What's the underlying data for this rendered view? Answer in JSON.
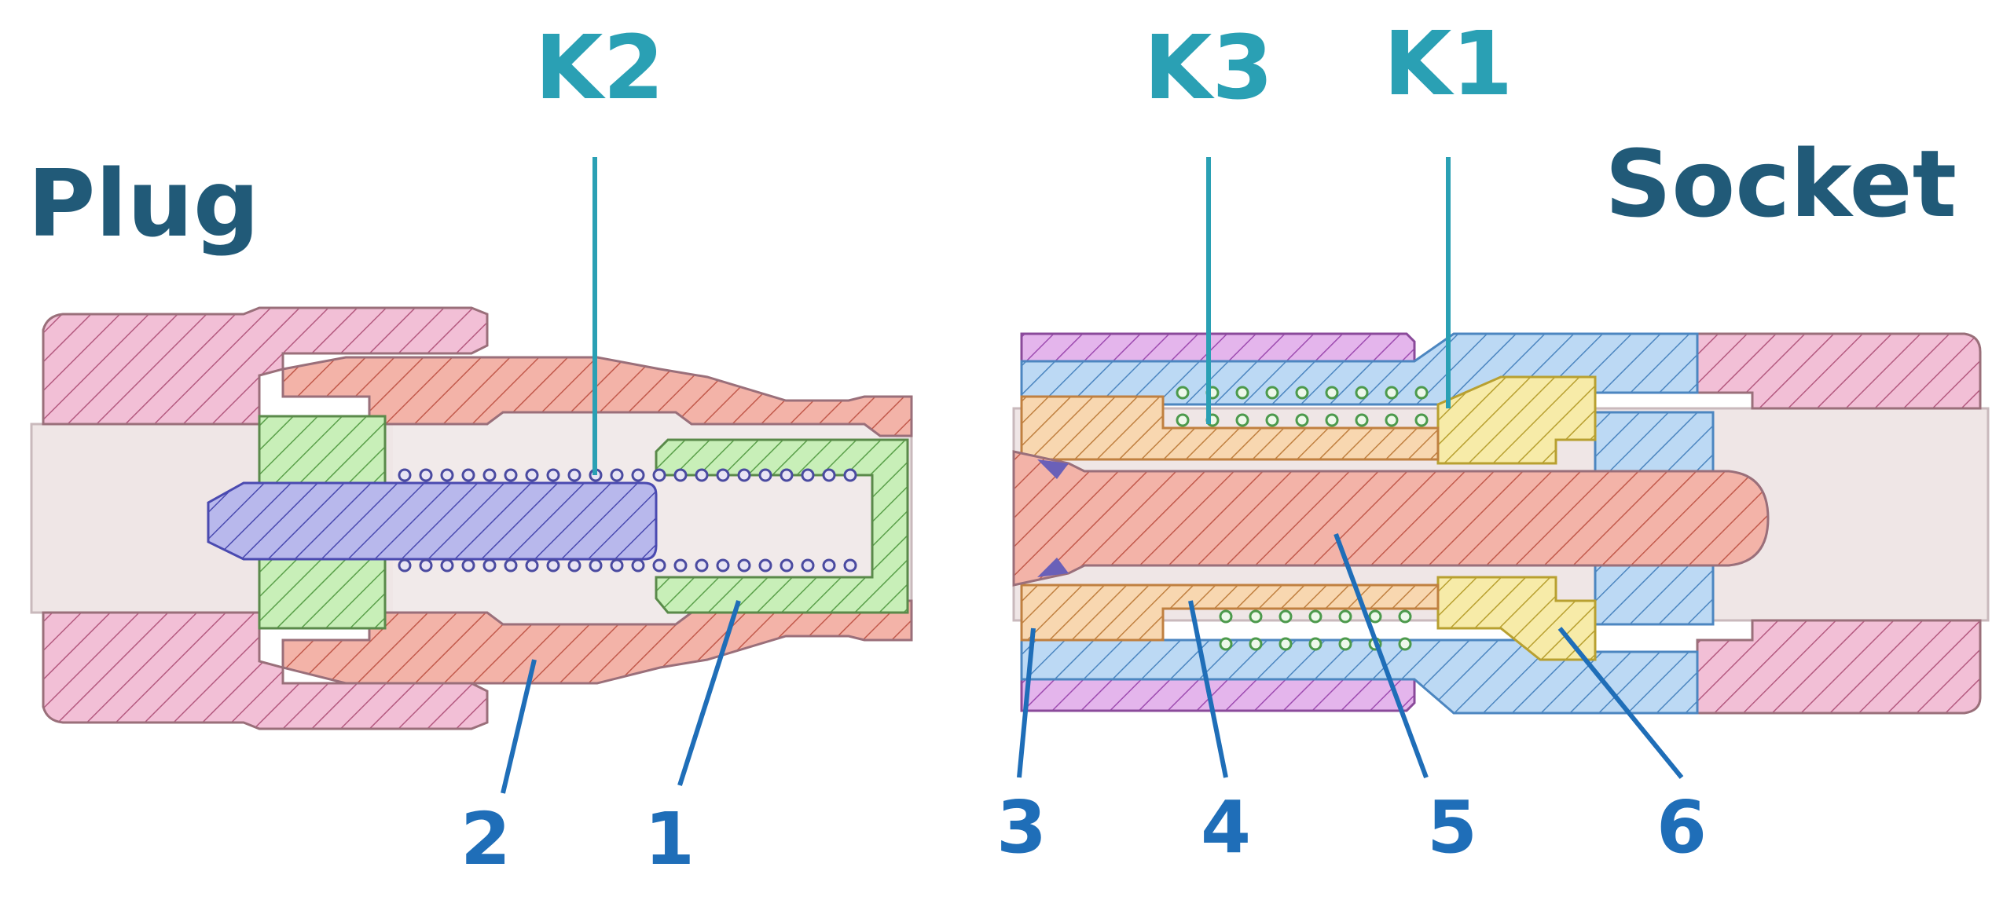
{
  "titles": {
    "plug": "Plug",
    "socket": "Socket"
  },
  "springs": [
    {
      "id": "K1",
      "label": "K1"
    },
    {
      "id": "K2",
      "label": "K2"
    },
    {
      "id": "K3",
      "label": "K3"
    }
  ],
  "parts": [
    {
      "id": "1",
      "label": "1"
    },
    {
      "id": "2",
      "label": "2"
    },
    {
      "id": "3",
      "label": "3"
    },
    {
      "id": "4",
      "label": "4"
    },
    {
      "id": "5",
      "label": "5"
    },
    {
      "id": "6",
      "label": "6"
    }
  ],
  "colors": {
    "title": "#215a78",
    "spring_label": "#2aa0b4",
    "part_label": "#1f6eb8",
    "pink": "#f2bfd6",
    "salmon": "#f3b3a8",
    "green": "#c8efb8",
    "blue": "#b8b8ec",
    "light_blue": "#bcd9f4",
    "violet": "#e4b5ec",
    "orange": "#f8d7b0",
    "yellow": "#f7eba8",
    "cavity": "#efe6e6",
    "outline": "#9a6f7a"
  }
}
